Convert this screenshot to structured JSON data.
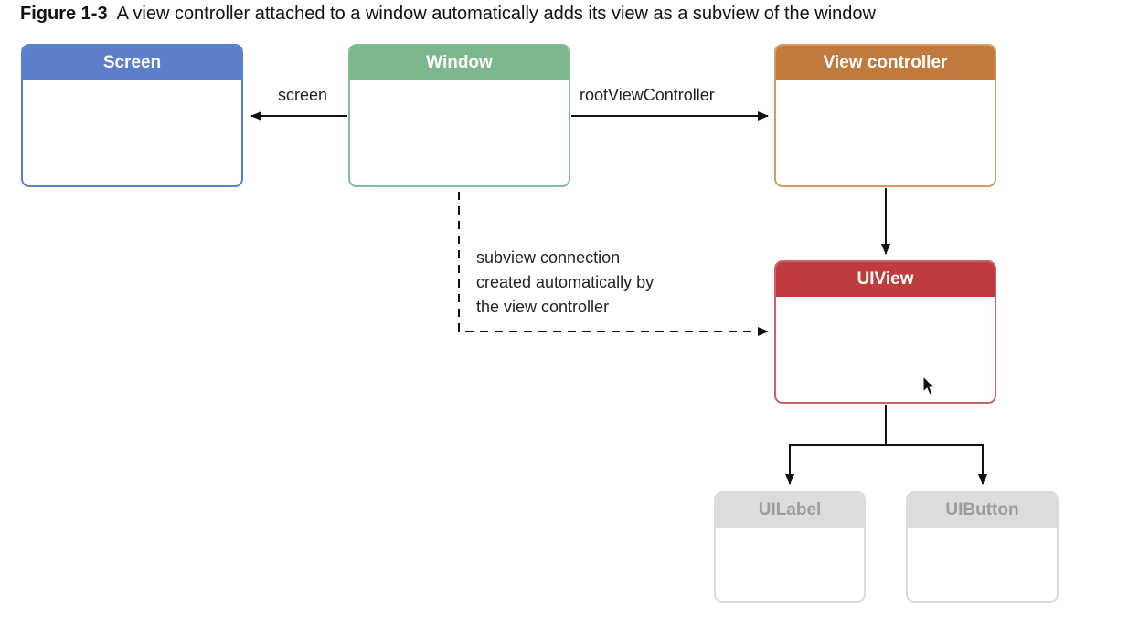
{
  "caption": {
    "figure_number": "Figure 1-3",
    "text": "A view controller attached to a window automatically adds its view as a subview of the window"
  },
  "nodes": {
    "screen": "Screen",
    "window": "Window",
    "view_controller": "View controller",
    "uiview": "UIView",
    "uilabel": "UILabel",
    "uibutton": "UIButton"
  },
  "edges": {
    "screen_label": "screen",
    "root_label": "rootViewController",
    "subview_note": [
      "subview connection",
      "created automatically by",
      "the view controller"
    ]
  },
  "colors": {
    "screen": "#5b7fc9",
    "window": "#7cb68d",
    "view_controller": "#c07a3d",
    "uiview": "#bf3b3c",
    "subviews": "#dcdcdc"
  }
}
